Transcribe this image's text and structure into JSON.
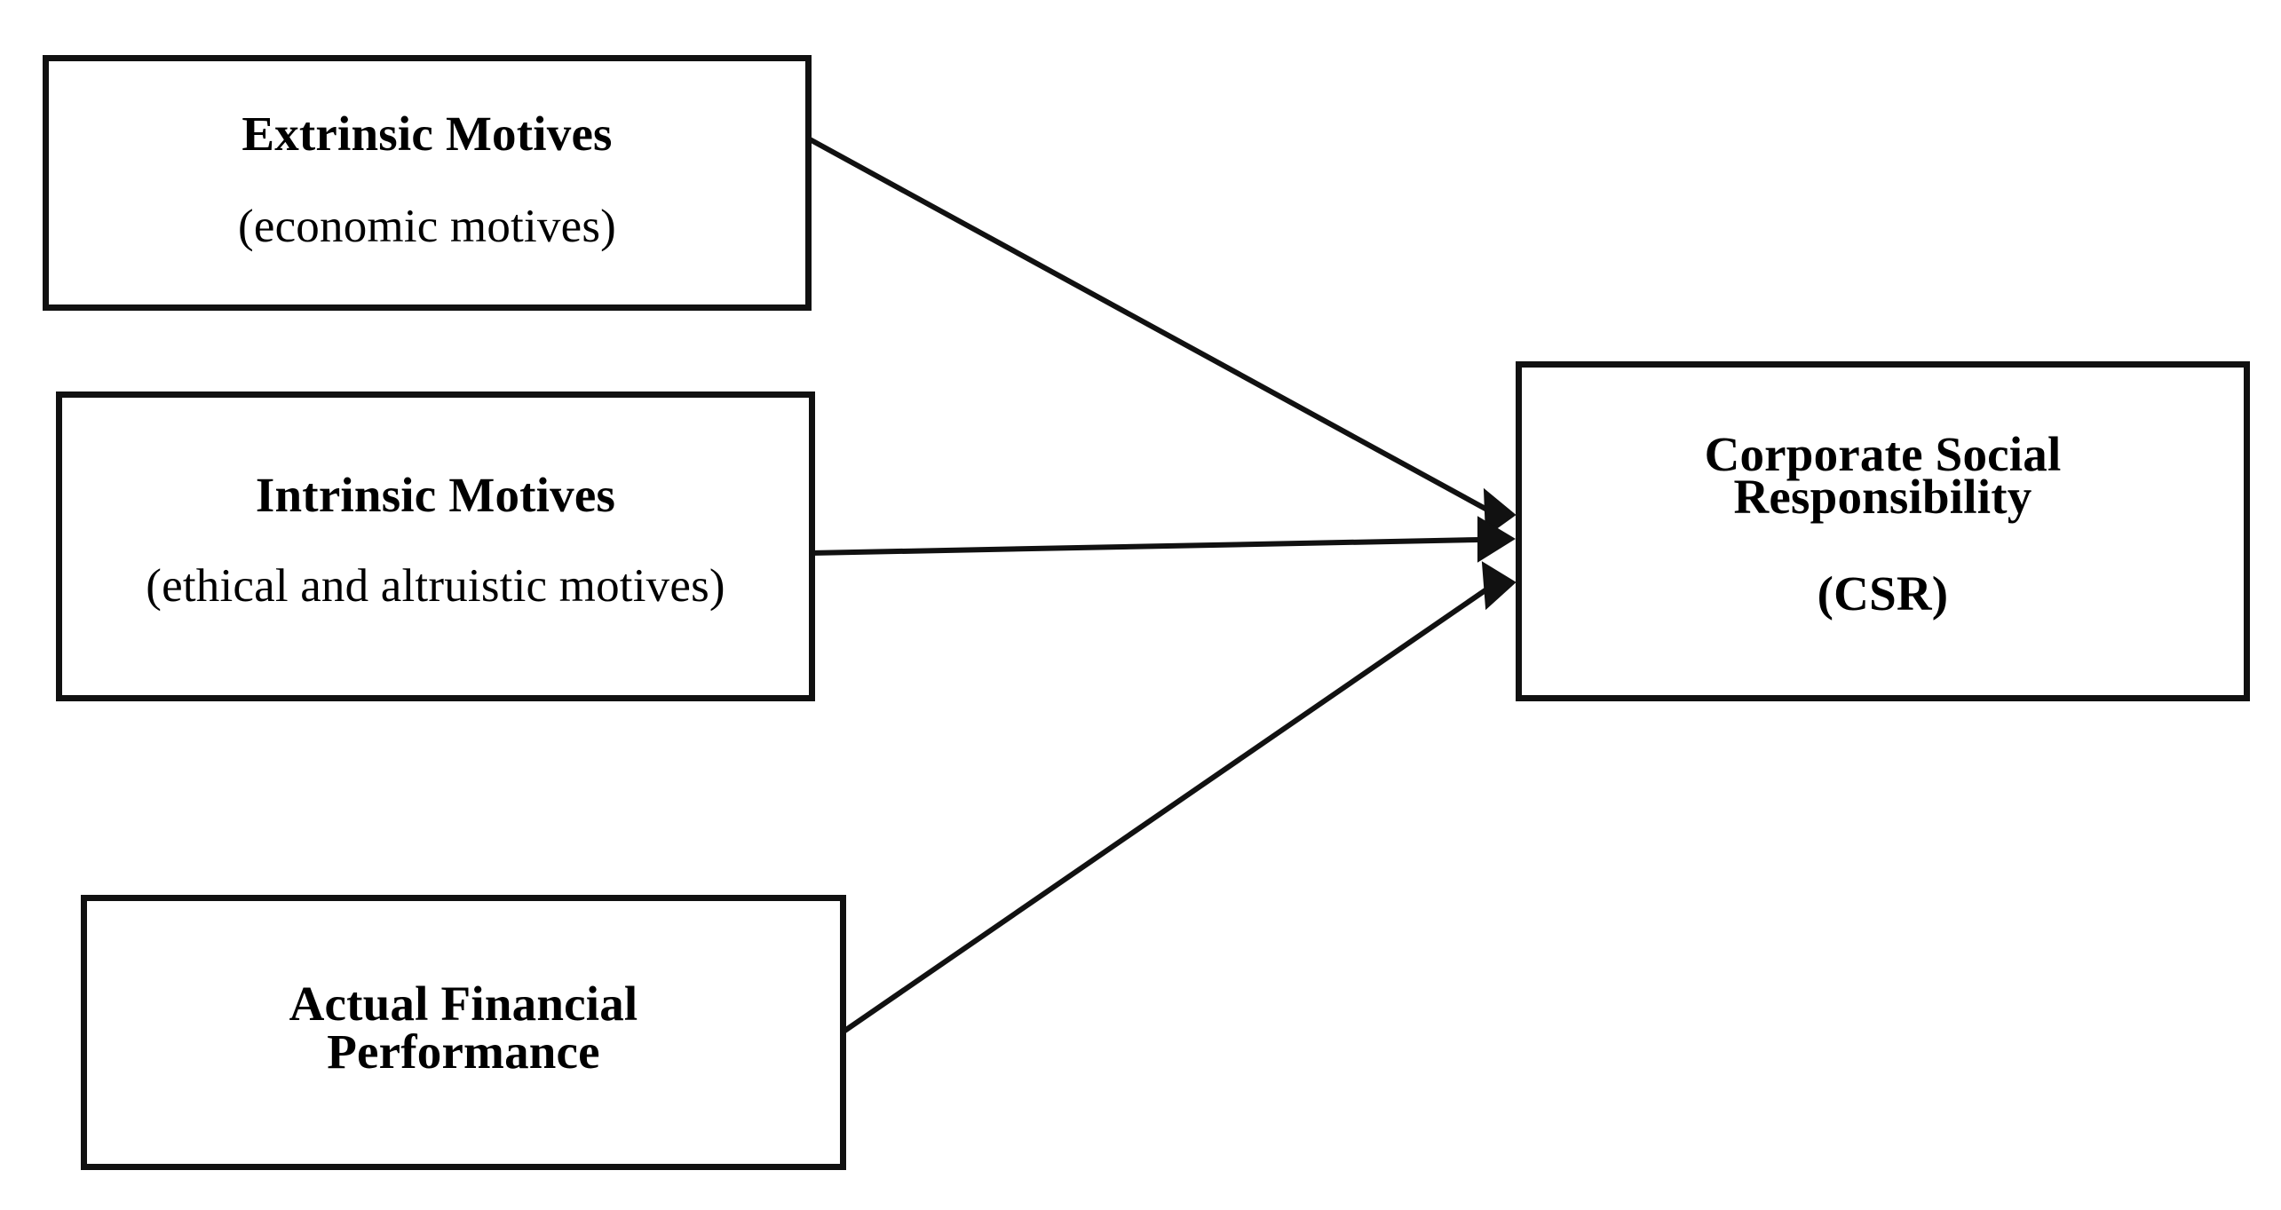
{
  "diagram": {
    "type": "conceptual-framework",
    "background_color": "#ffffff",
    "stroke_color": "#111111",
    "nodes": [
      {
        "id": "extrinsic-motives",
        "title": "Extrinsic Motives",
        "subtitle": "(economic motives)"
      },
      {
        "id": "intrinsic-motives",
        "title": "Intrinsic Motives",
        "subtitle": "(ethical and altruistic motives)"
      },
      {
        "id": "actual-financial-performance",
        "title_line1": "Actual Financial",
        "title_line2": "Performance"
      },
      {
        "id": "corporate-social-responsibility",
        "title_line1": "Corporate Social",
        "title_line2": "Responsibility",
        "subtitle": "(CSR)"
      }
    ],
    "connectors": [
      {
        "id": "extrinsic-to-csr",
        "from": "extrinsic-motives",
        "to": "corporate-social-responsibility",
        "style": "solid-arrow",
        "label": ""
      },
      {
        "id": "intrinsic-to-csr",
        "from": "intrinsic-motives",
        "to": "corporate-social-responsibility",
        "style": "solid-arrow",
        "label": ""
      },
      {
        "id": "financial-to-csr",
        "from": "actual-financial-performance",
        "to": "corporate-social-responsibility",
        "style": "solid-arrow",
        "label": ""
      }
    ]
  }
}
